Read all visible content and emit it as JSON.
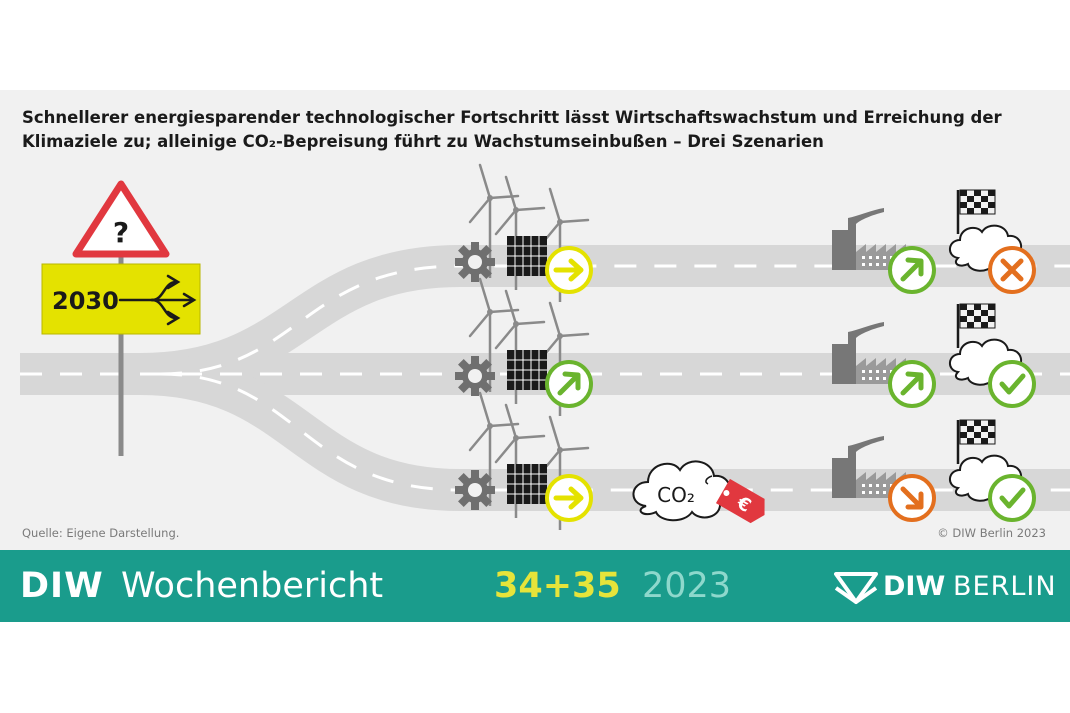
{
  "title": {
    "line1": "Schnellerer energiesparender technologischer Fortschritt lässt Wirtschaftswachstum und Erreichung der",
    "line2": "Klimaziele zu; alleinige CO₂-Bepreisung führt zu Wachstumseinbußen – Drei Szenarien"
  },
  "sign": {
    "symbol": "?",
    "year_label": "2030"
  },
  "co2_label": "CO₂",
  "price_tag_symbol": "€",
  "scenarios": [
    {
      "technology_arrow": "right",
      "growth_arrow": "up-right",
      "climate_goal": "missed"
    },
    {
      "technology_arrow": "up-right",
      "growth_arrow": "up-right",
      "climate_goal": "reached"
    },
    {
      "technology_arrow": "right",
      "growth_arrow": "down-right",
      "climate_goal": "reached"
    }
  ],
  "colors": {
    "card_bg": "#f1f1f1",
    "road": "#d7d7d7",
    "sign_yellow": "#e4e200",
    "warning_red": "#e1383f",
    "arrow_yellow": "#e4e200",
    "arrow_green": "#6ab42e",
    "arrow_orange": "#e36f1e",
    "tag_red": "#e1383f",
    "footer_teal": "#1a9c8c",
    "issue_yellow": "#e6e43a",
    "year_teal": "#8ed8cc"
  },
  "source": "Quelle: Eigene Darstellung.",
  "copyright": "© DIW Berlin 2023",
  "footer": {
    "brand_bold": "DIW",
    "brand_name": "Wochenbericht",
    "issue": "34+35",
    "year": "2023",
    "logo_text_bold": "DIW",
    "logo_text_light": "BERLIN"
  }
}
